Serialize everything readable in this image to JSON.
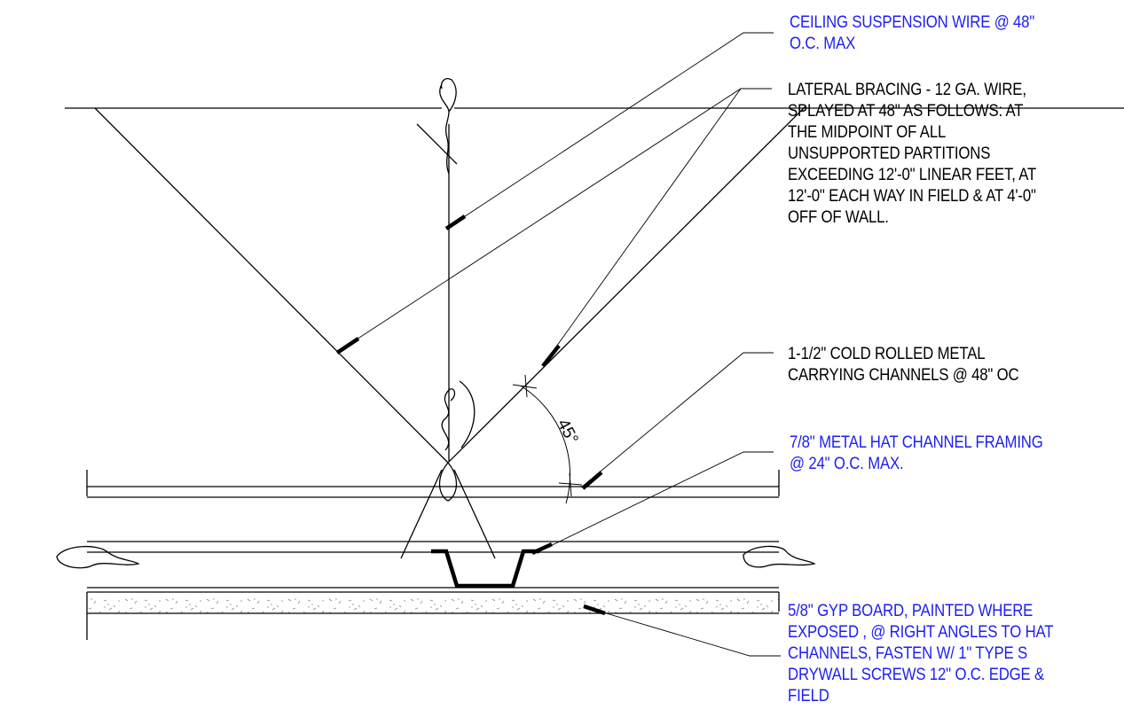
{
  "colors": {
    "blue_note": "#1d1df5",
    "black_note": "#000000",
    "lines": "#000000"
  },
  "notes": {
    "suspension_wire": {
      "color": "blue",
      "lines": [
        "CEILING SUSPENSION WIRE @ 48\"",
        "O.C. MAX"
      ]
    },
    "lateral_bracing": {
      "color": "black",
      "lines": [
        "LATERAL BRACING - 12 GA. WIRE,",
        "SPLAYED AT 48\" AS FOLLOWS: AT",
        "THE MIDPOINT OF ALL",
        "UNSUPPORTED PARTITIONS",
        "EXCEEDING 12'-0\" LINEAR FEET, AT",
        "12'-0\" EACH WAY IN FIELD & AT 4'-0\"",
        "OFF OF WALL."
      ]
    },
    "carrying_channels": {
      "color": "black",
      "lines": [
        "1-1/2\" COLD ROLLED METAL",
        "CARRYING CHANNELS @ 48\" OC"
      ]
    },
    "hat_channel": {
      "color": "blue",
      "lines": [
        "7/8\" METAL HAT CHANNEL FRAMING",
        "@ 24\" O.C. MAX."
      ]
    },
    "gyp_board": {
      "color": "blue",
      "lines": [
        "5/8\" GYP BOARD, PAINTED WHERE",
        "EXPOSED , @ RIGHT ANGLES TO HAT",
        "CHANNELS, FASTEN W/ 1\" TYPE S",
        "DRYWALL SCREWS 12\" O.C. EDGE &",
        "FIELD"
      ]
    }
  },
  "dimension": {
    "angle_label": "45°"
  }
}
